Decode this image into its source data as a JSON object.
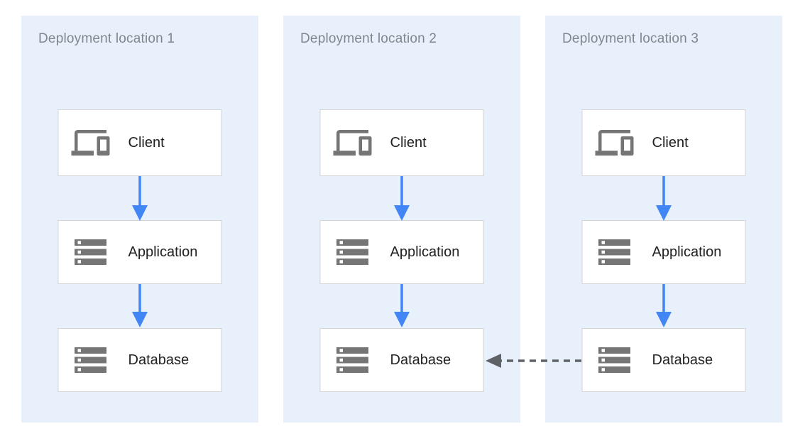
{
  "diagram": {
    "type": "architecture-diagram",
    "panels": [
      {
        "title": "Deployment location 1",
        "nodes": [
          {
            "label": "Client",
            "icon": "devices-icon"
          },
          {
            "label": "Application",
            "icon": "server-stack-icon"
          },
          {
            "label": "Database",
            "icon": "server-stack-icon"
          }
        ]
      },
      {
        "title": "Deployment location 2",
        "nodes": [
          {
            "label": "Client",
            "icon": "devices-icon"
          },
          {
            "label": "Application",
            "icon": "server-stack-icon"
          },
          {
            "label": "Database",
            "icon": "server-stack-icon"
          }
        ]
      },
      {
        "title": "Deployment location 3",
        "nodes": [
          {
            "label": "Client",
            "icon": "devices-icon"
          },
          {
            "label": "Application",
            "icon": "server-stack-icon"
          },
          {
            "label": "Database",
            "icon": "server-stack-icon"
          }
        ]
      }
    ],
    "connections": [
      {
        "from": "location-1-client",
        "to": "location-1-application",
        "style": "solid-blue-arrow"
      },
      {
        "from": "location-1-application",
        "to": "location-1-database",
        "style": "solid-blue-arrow"
      },
      {
        "from": "location-2-client",
        "to": "location-2-application",
        "style": "solid-blue-arrow"
      },
      {
        "from": "location-2-application",
        "to": "location-2-database",
        "style": "solid-blue-arrow"
      },
      {
        "from": "location-3-client",
        "to": "location-3-application",
        "style": "solid-blue-arrow"
      },
      {
        "from": "location-3-application",
        "to": "location-3-database",
        "style": "solid-blue-arrow"
      },
      {
        "from": "location-3-database",
        "to": "location-2-database",
        "style": "dashed-gray-arrow"
      }
    ],
    "colors": {
      "panel_background": "#e8f0fb",
      "node_background": "#ffffff",
      "node_border": "#d5d5d5",
      "icon_gray": "#757575",
      "node_label_text": "#212121",
      "panel_title_text": "#80868b",
      "solid_arrow_blue": "#4285f4",
      "dashed_arrow_gray": "#5f6368"
    }
  }
}
